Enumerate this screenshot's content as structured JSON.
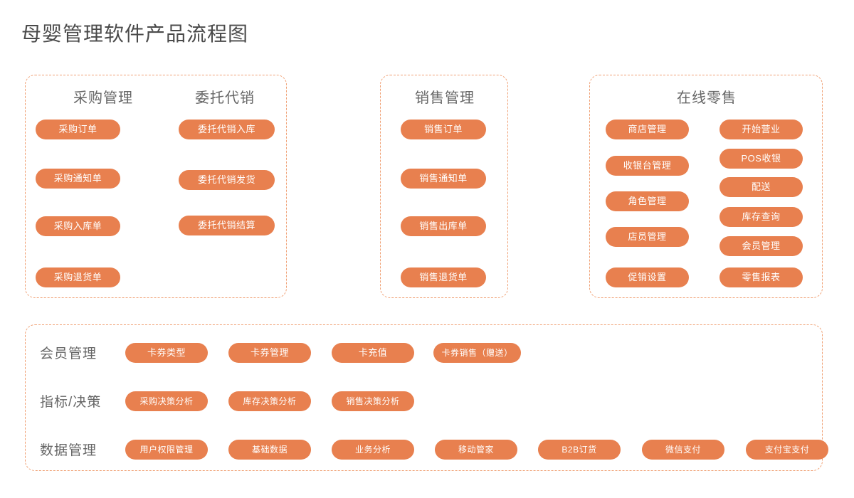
{
  "page": {
    "title": "母婴管理软件产品流程图",
    "accent_color": "#e8804f",
    "panel_border_color": "#f0a074",
    "title_color": "#4a4a4a",
    "heading_color": "#666666"
  },
  "panels": [
    {
      "id": "purchase",
      "columns": [
        {
          "title": "采购管理",
          "items": [
            "采购订单",
            "采购通知单",
            "采购入库单",
            "采购退货单"
          ]
        },
        {
          "title": "委托代销",
          "items": [
            "委托代销入库",
            "委托代销发货",
            "委托代销结算"
          ]
        }
      ]
    },
    {
      "id": "sales",
      "columns": [
        {
          "title": "销售管理",
          "items": [
            "销售订单",
            "销售通知单",
            "销售出库单",
            "销售退货单"
          ]
        }
      ]
    },
    {
      "id": "retail",
      "title": "在线零售",
      "columns": [
        {
          "title": "",
          "items": [
            "商店管理",
            "收银台管理",
            "角色管理",
            "店员管理",
            "促销设置"
          ]
        },
        {
          "title": "",
          "items": [
            "开始营业",
            "POS收银",
            "配送",
            "库存查询",
            "会员管理",
            "零售报表"
          ]
        }
      ]
    }
  ],
  "platform": {
    "rows": [
      {
        "label": "会员管理",
        "items": [
          "卡券类型",
          "卡券管理",
          "卡充值",
          "卡券销售（赠送）"
        ]
      },
      {
        "label": "指标/决策",
        "items": [
          "采购决策分析",
          "库存决策分析",
          "销售决策分析"
        ]
      },
      {
        "label": "数据管理",
        "items": [
          "用户权限管理",
          "基础数据",
          "业务分析",
          "移动管家",
          "B2B订货",
          "微信支付",
          "支付宝支付"
        ]
      }
    ]
  }
}
